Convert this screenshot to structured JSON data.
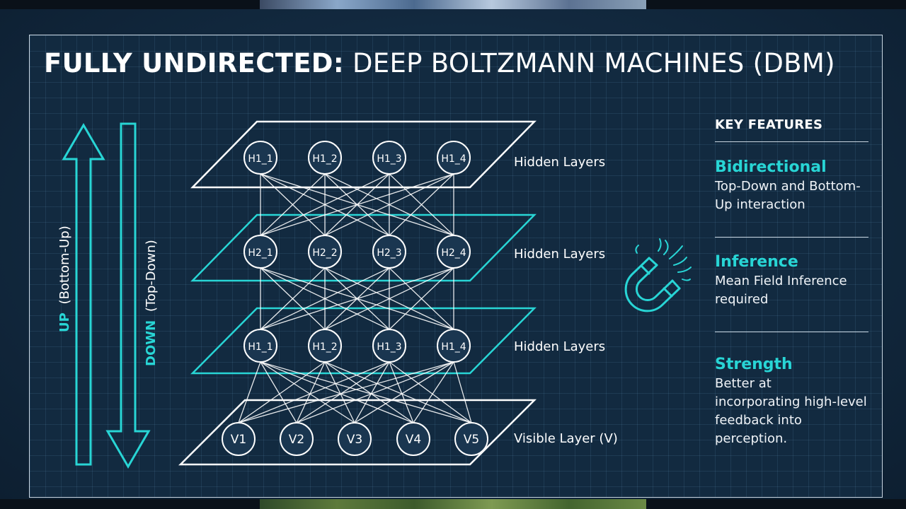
{
  "title": {
    "bold": "FULLY UNDIRECTED:",
    "light": "DEEP BOLTZMANN MACHINES (DBM)"
  },
  "arrows": {
    "up": {
      "bold": "UP",
      "rest": "(Bottom-Up)"
    },
    "down": {
      "bold": "DOWN",
      "rest": "(Top-Down)"
    }
  },
  "layers": [
    {
      "label": "Hidden Layers",
      "nodes": [
        "H1_1",
        "H1_2",
        "H1_3",
        "H1_4"
      ]
    },
    {
      "label": "Hidden Layers",
      "nodes": [
        "H2_1",
        "H2_2",
        "H2_3",
        "H2_4"
      ]
    },
    {
      "label": "Hidden Layers",
      "nodes": [
        "H1_1",
        "H1_2",
        "H1_3",
        "H1_4"
      ]
    },
    {
      "label": "Visible Layer (V)",
      "nodes": [
        "V1",
        "V2",
        "V3",
        "V4",
        "V5"
      ]
    }
  ],
  "key_features": {
    "heading": "KEY FEATURES",
    "items": [
      {
        "title": "Bidirectional",
        "lines": [
          "Top-Down and Bottom-",
          "Up interaction"
        ]
      },
      {
        "title": "Inference",
        "lines": [
          "Mean Field Inference",
          "required"
        ]
      },
      {
        "title": "Strength",
        "lines": [
          "Better at",
          "incorporating high-level",
          "feedback into",
          "perception."
        ]
      }
    ]
  },
  "icon": "magnet-icon",
  "colors": {
    "accent": "#28d5d5",
    "line": "#ffffff",
    "background": "#122a40"
  }
}
